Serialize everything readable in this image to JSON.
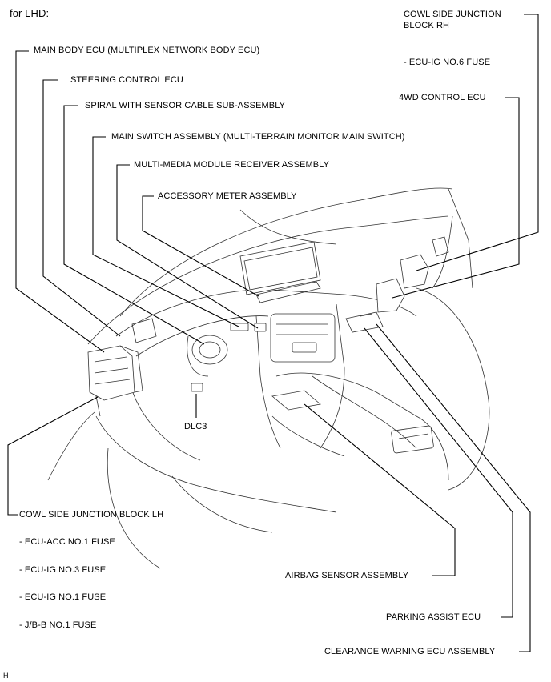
{
  "header": {
    "variant": "for LHD:"
  },
  "labels_left": {
    "main_body_ecu": "MAIN BODY ECU (MULTIPLEX NETWORK BODY ECU)",
    "steering_control_ecu": "STEERING CONTROL ECU",
    "spiral_cable": "SPIRAL WITH SENSOR CABLE SUB-ASSEMBLY",
    "main_switch": "MAIN SWITCH ASSEMBLY (MULTI-TERRAIN MONITOR MAIN SWITCH)",
    "multimedia_receiver": "MULTI-MEDIA MODULE RECEIVER ASSEMBLY",
    "accessory_meter": "ACCESSORY METER ASSEMBLY"
  },
  "labels_right": {
    "cowl_rh_line1": "COWL SIDE JUNCTION",
    "cowl_rh_line2": "BLOCK RH",
    "cowl_rh_fuse": "- ECU-IG NO.6 FUSE",
    "fourwd_ecu": "4WD CONTROL ECU"
  },
  "labels_center": {
    "dlc3": "DLC3"
  },
  "labels_bottom_left": {
    "cowl_lh": "COWL SIDE JUNCTION BLOCK LH",
    "fuses": [
      "- ECU-ACC NO.1 FUSE",
      "- ECU-IG NO.3 FUSE",
      "- ECU-IG NO.1 FUSE",
      "- J/B-B NO.1 FUSE"
    ]
  },
  "labels_bottom_right": {
    "airbag_sensor": "AIRBAG SENSOR ASSEMBLY",
    "parking_assist": "PARKING ASSIST ECU",
    "clearance_warning": "CLEARANCE WARNING ECU ASSEMBLY"
  },
  "footer": {
    "code": "H"
  }
}
